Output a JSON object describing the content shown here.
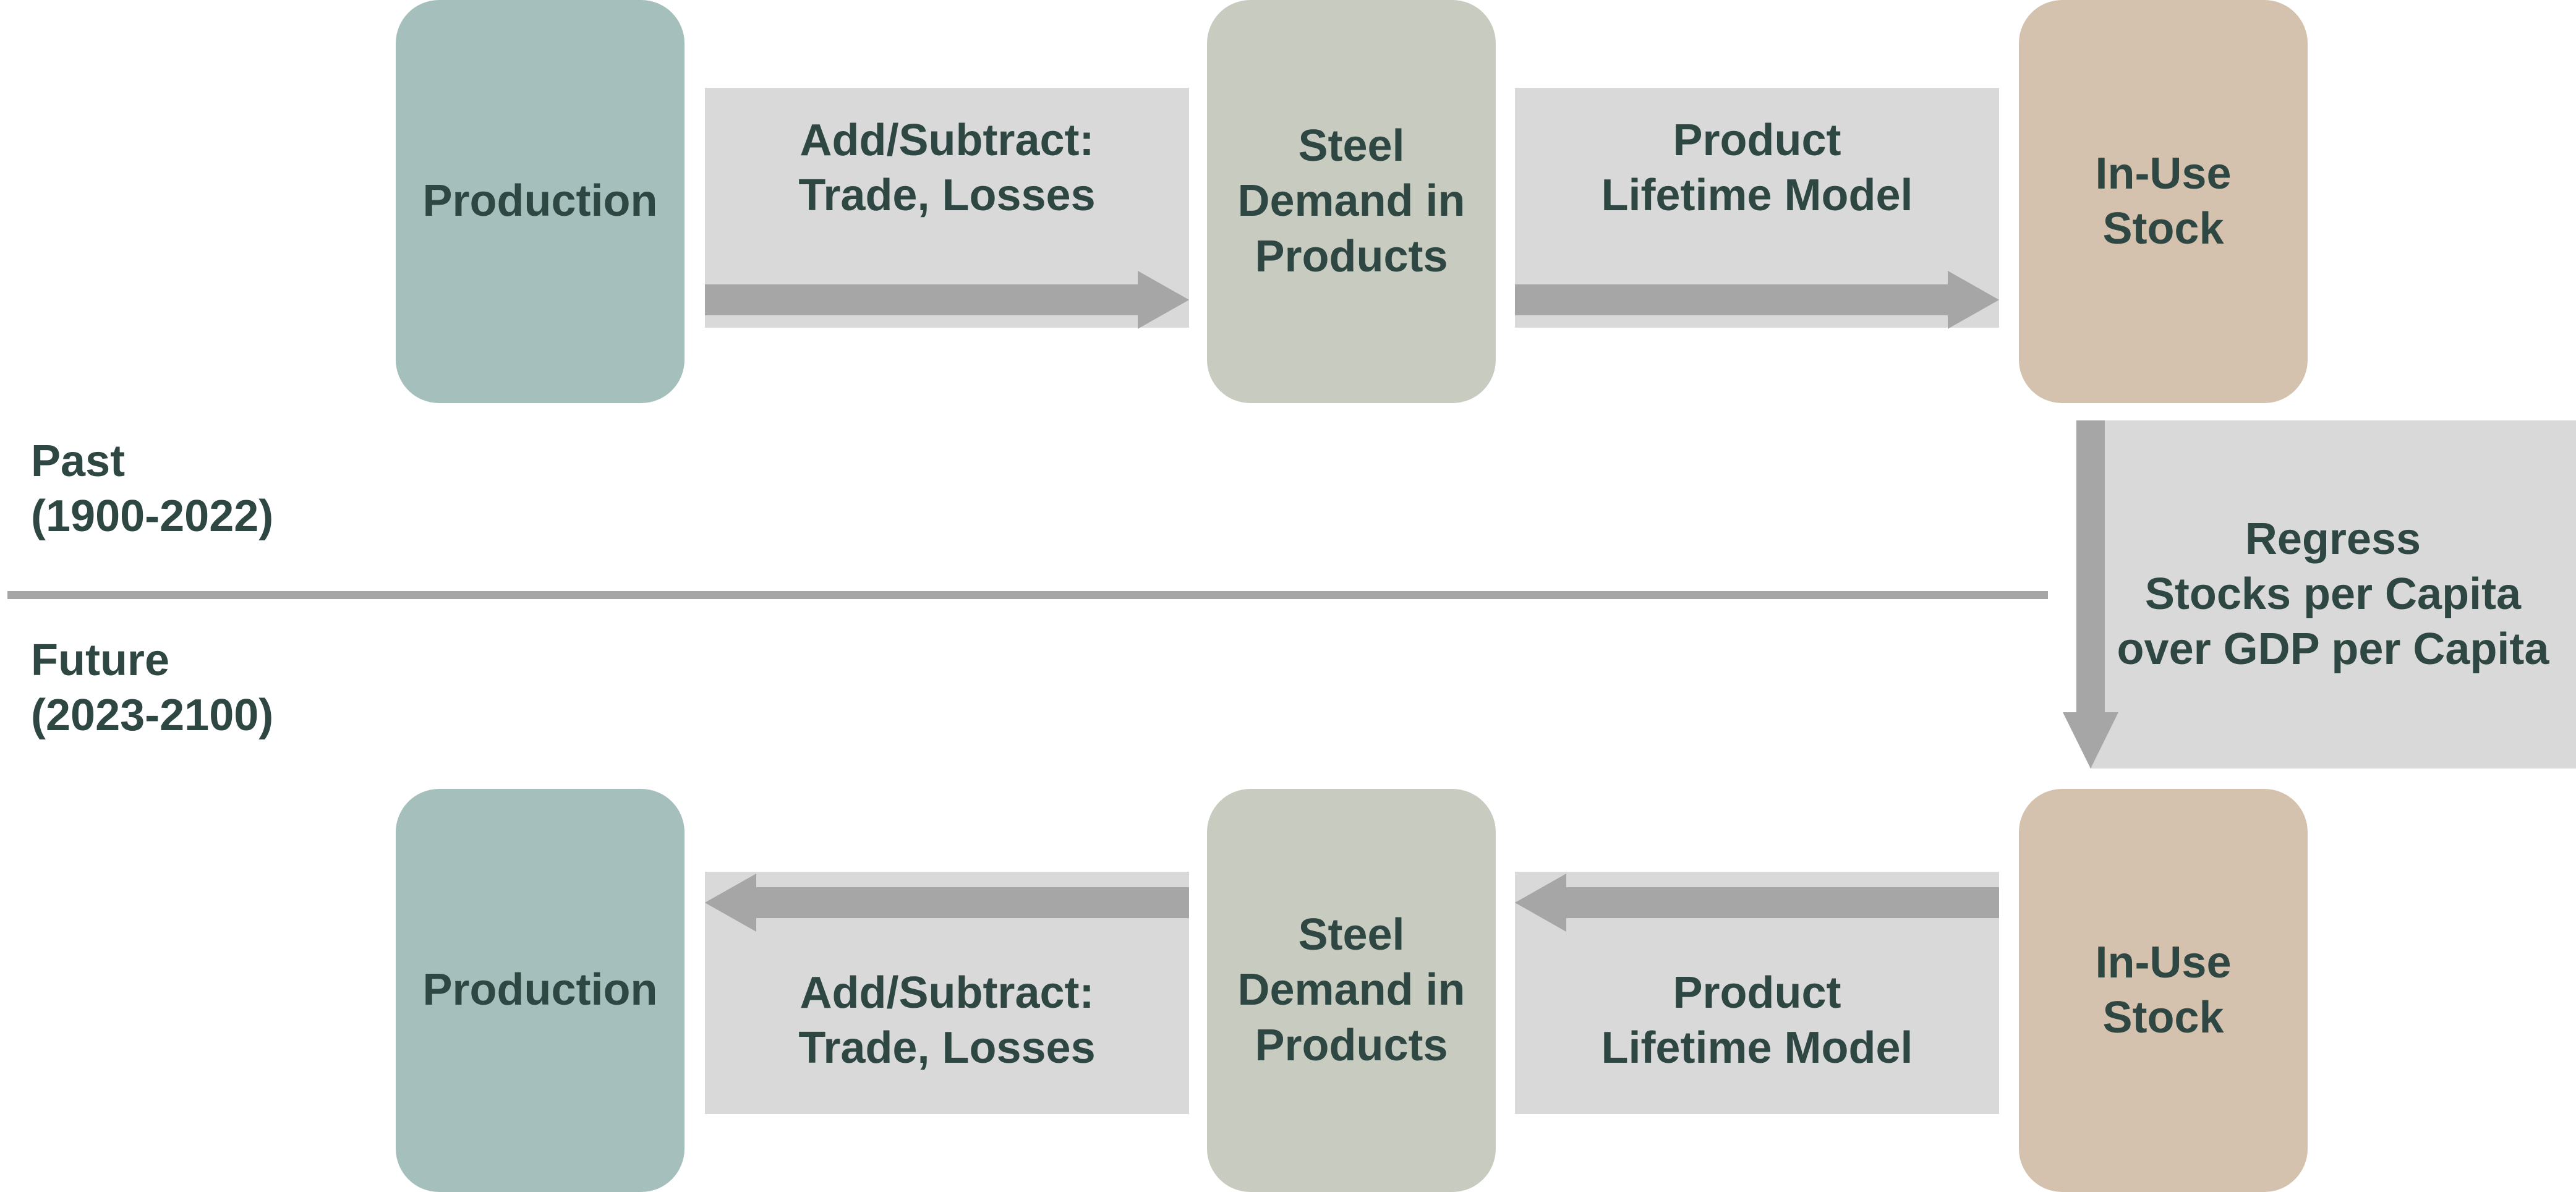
{
  "diagram": {
    "past": {
      "production": "Production",
      "step1_lines": [
        "Add/Subtract:",
        "Trade, Losses"
      ],
      "steel_demand_lines": [
        "Steel",
        "Demand in",
        "Products"
      ],
      "step2_lines": [
        "Product",
        "Lifetime Model"
      ],
      "stock_lines": [
        "In-Use",
        "Stock"
      ]
    },
    "regression_lines": [
      "Regress",
      "Stocks per Capita",
      "over GDP per Capita"
    ],
    "future": {
      "production": "Production",
      "step1_lines": [
        "Add/Subtract:",
        "Trade, Losses"
      ],
      "steel_demand_lines": [
        "Steel",
        "Demand in",
        "Products"
      ],
      "step2_lines": [
        "Product",
        "Lifetime Model"
      ],
      "stock_lines": [
        "In-Use",
        "Stock"
      ]
    },
    "periods": {
      "past_lines": [
        "Past",
        "(1900-2022)"
      ],
      "future_lines": [
        "Future",
        "(2023-2100)"
      ]
    },
    "colors": {
      "production": "#a5bfbc",
      "steel_demand": "#c8cbc0",
      "in_use_stock": "#d5c2ae",
      "process_band": "#d9d9d9",
      "arrow": "#a6a6a6",
      "text": "#2f4742"
    }
  }
}
